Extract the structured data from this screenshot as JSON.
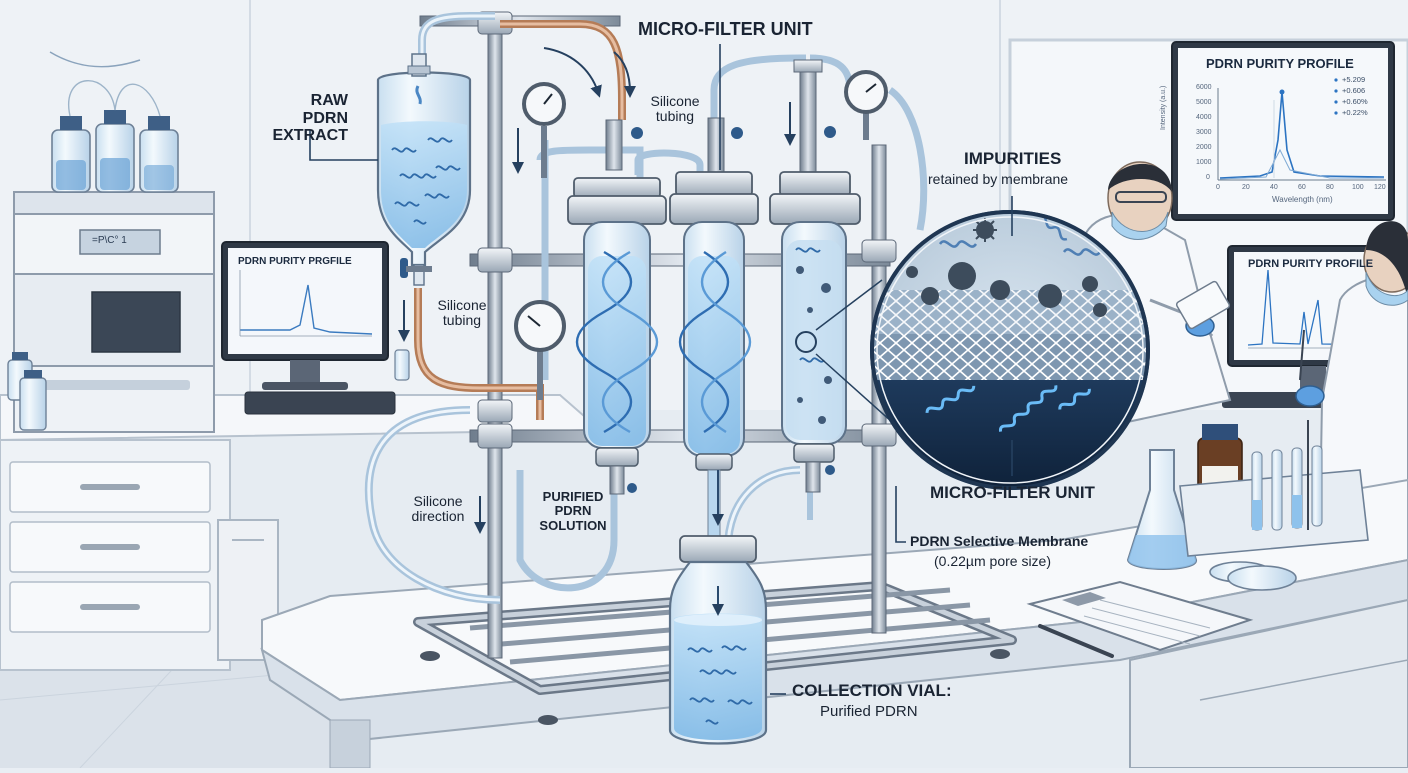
{
  "labels": {
    "raw_extract_line1": "RAW PDRN",
    "raw_extract_line2": "EXTRACT",
    "micro_filter_top": "MICRO-FILTER UNIT",
    "silicone_top_line1": "Silicone",
    "silicone_top_line2": "tubing",
    "silicone_left_line1": "Silicone",
    "silicone_left_line2": "tubing",
    "silicone_bottom_line1": "Silicone",
    "silicone_bottom_line2": "direction",
    "impurities": "IMPURITIES",
    "impurities_sub": "retained by membrane",
    "micro_filter_bottom": "MICRO-FILTER UNIT",
    "purified_line1": "PURIFIED",
    "purified_line2": "PDRN",
    "purified_line3": "SOLUTION",
    "membrane": "PDRN Selective Membrane",
    "membrane_sub": "(0.22µm pore size)",
    "vial": "COLLECTION VIAL:",
    "vial_sub": "Purified PDRN",
    "instrument_display": "=P\\C° 1"
  },
  "monitors": {
    "right_top": {
      "title": "PDRN PURITY PROFILE",
      "legend": [
        "+5.209",
        "+0.606",
        "+0.60%",
        "+0.22%"
      ],
      "y_ticks": [
        "6000",
        "5000",
        "4000",
        "3000",
        "2000",
        "1000",
        "0"
      ],
      "x_ticks": [
        "0",
        "20",
        "40",
        "60",
        "80",
        "100",
        "120"
      ],
      "x_label": "Wavelength (nm)",
      "y_label": "Intensity (a.u.)"
    },
    "left": {
      "title": "PDRN PURITY PRGFILE"
    },
    "right_small": {
      "title": "PDRN PURITY PROFILE"
    }
  },
  "colors": {
    "background": "#e9eef4",
    "glass": "#d9ebf8",
    "liquid": "#9fcdf0",
    "dna": "#2f7fd0",
    "metal": "#8a97a6",
    "tubing_copper": "#c9906c",
    "label": "#1a2433"
  }
}
